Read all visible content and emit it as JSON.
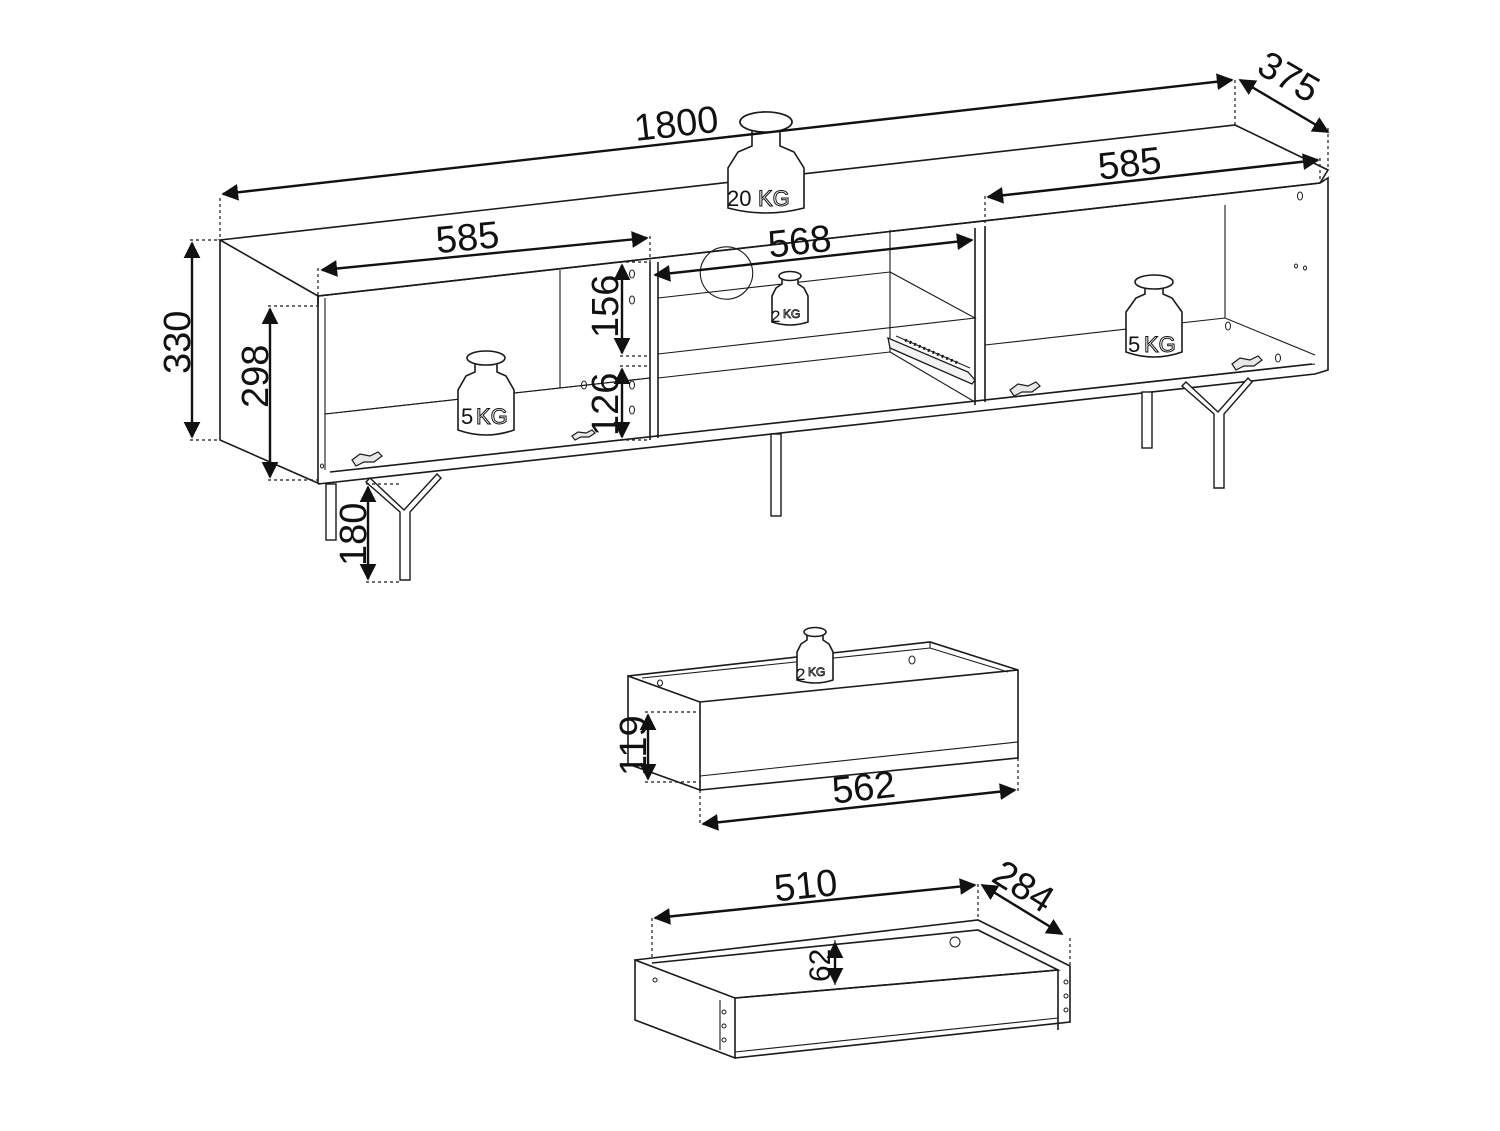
{
  "dimensions": {
    "total_width": "1800",
    "depth": "375",
    "total_height": "330",
    "left_width": "585",
    "right_width": "585",
    "middle_width": "568",
    "inner_height": "298",
    "upper_shelf_height": "156",
    "lower_shelf_height": "126",
    "leg_height": "180",
    "drawer_front_height": "119",
    "drawer_front_width": "562",
    "drawer_box_width": "510",
    "drawer_box_depth": "284",
    "drawer_box_height": "62"
  },
  "loads": {
    "top": {
      "value": "20",
      "unit": "KG"
    },
    "left_shelf": {
      "value": "5",
      "unit": "KG"
    },
    "middle_shelf": {
      "value": "2",
      "unit": "KG"
    },
    "right_shelf": {
      "value": "5",
      "unit": "KG"
    },
    "drawer": {
      "value": "2",
      "unit": "KG"
    }
  },
  "colors": {
    "line": "#1a1a1a",
    "background": "#ffffff"
  },
  "icons": [
    "weight-icon",
    "hinge-icon",
    "drawer-slide-icon"
  ]
}
